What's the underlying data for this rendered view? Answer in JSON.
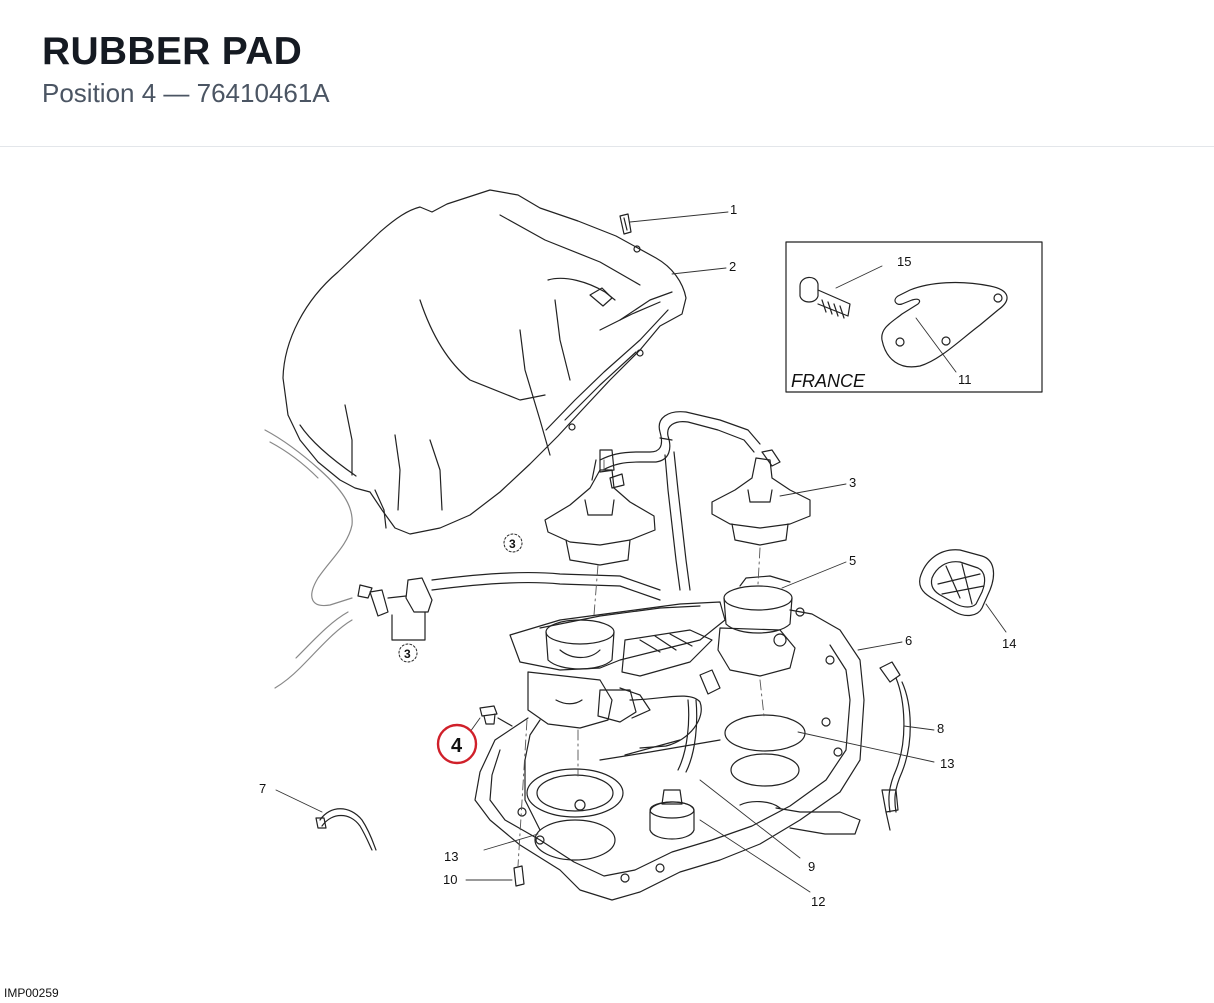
{
  "header": {
    "title": "RUBBER PAD",
    "subtitle": "Position 4 — 76410461A"
  },
  "diagram": {
    "inset_label": "FRANCE",
    "highlight_color": "#d0202a",
    "highlighted_position": "4",
    "callouts": [
      "1",
      "2",
      "3",
      "5",
      "6",
      "7",
      "8",
      "9",
      "10",
      "11",
      "12",
      "13",
      "13",
      "14",
      "15"
    ],
    "reference_markers": [
      "3",
      "3"
    ]
  },
  "footer": {
    "code": "IMP00259"
  }
}
